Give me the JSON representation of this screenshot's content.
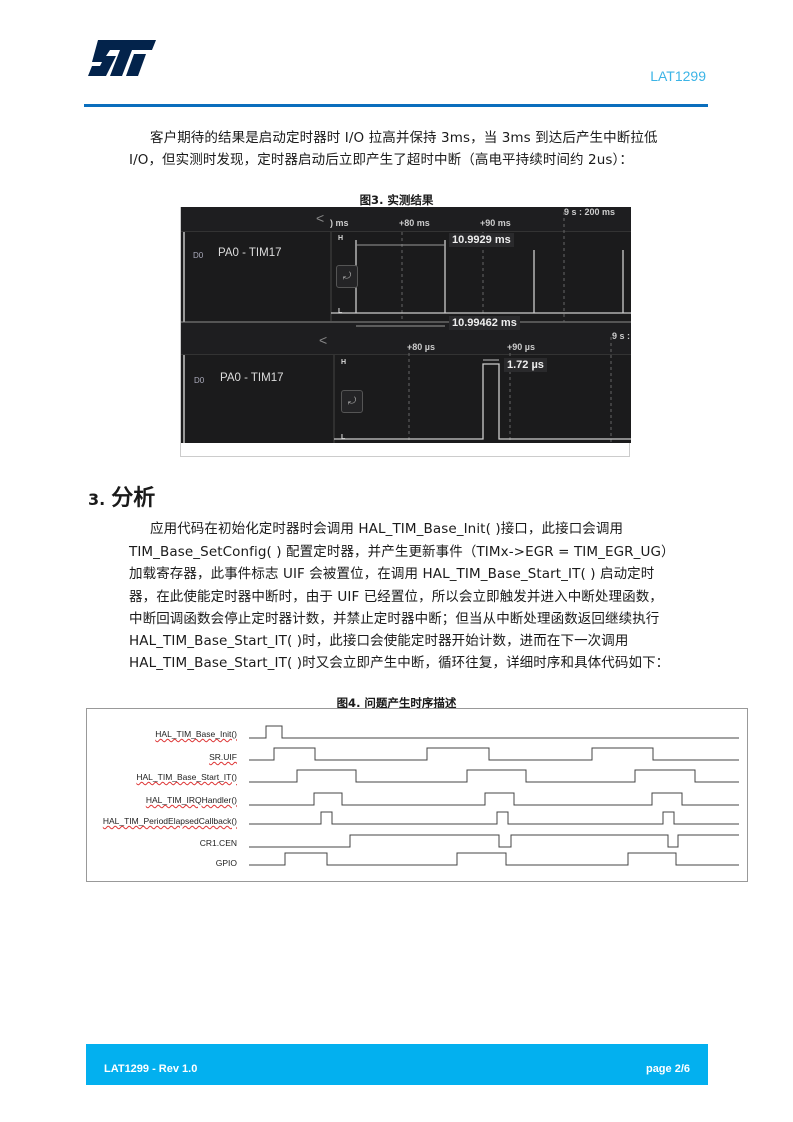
{
  "header": {
    "doc_id": "LAT1299",
    "logo_text": "ST"
  },
  "intro": {
    "lines": [
      "客户期待的结果是启动定时器时 I/O 拉高并保持 3ms，当 3ms 到达后产生中断拉低",
      "I/O，但实测时发现，定时器启动后立即产生了超时中断（高电平持续时间约 2us）："
    ]
  },
  "figure3": {
    "caption": "图3. 实测结果",
    "top": {
      "back": "<",
      "ticks": [
        ") ms",
        "+80 ms",
        "+90 ms",
        "9 s : 200 ms"
      ],
      "channel": "D0",
      "signal": "PA0 - TIM17",
      "high": "H",
      "low": "L",
      "measure_high": "10.9929 ms",
      "measure_period": "10.99462 ms",
      "button_icon": "⤾"
    },
    "bottom": {
      "back": "<",
      "ticks": [
        "+80 µs",
        "+90 µs",
        "9 s :"
      ],
      "channel": "D0",
      "signal": "PA0 - TIM17",
      "high": "H",
      "low": "L",
      "measure_high": "1.72 µs",
      "button_icon": "⤾"
    }
  },
  "section": {
    "number": "3.",
    "title": "分析"
  },
  "analysis": {
    "lines": [
      "应用代码在初始化定时器时会调用 HAL_TIM_Base_Init( )接口，此接口会调用",
      "TIM_Base_SetConfig( ) 配置定时器，并产生更新事件（TIMx->EGR = TIM_EGR_UG）",
      "加载寄存器，此事件标志 UIF 会被置位，在调用 HAL_TIM_Base_Start_IT( ) 启动定时",
      "器，在此使能定时器中断时，由于 UIF 已经置位，所以会立即触发并进入中断处理函数，",
      "中断回调函数会停止定时器计数，并禁止定时器中断；但当从中断处理函数返回继续执行",
      "HAL_TIM_Base_Start_IT( )时，此接口会使能定时器开始计数，进而在下一次调用",
      "HAL_TIM_Base_Start_IT( )时又会立即产生中断，循环往复，详细时序和具体代码如下："
    ]
  },
  "figure4": {
    "caption": "图4. 问题产生时序描述",
    "signals": [
      "HAL_TIM_Base_Init()",
      "SR.UIF",
      "HAL_TIM_Base_Start_IT()",
      "HAL_TIM_IRQHandler()",
      "HAL_TIM_PeriodElapsedCallback()",
      "CR1.CEN",
      "GPIO"
    ]
  },
  "footer": {
    "left": "LAT1299  - Rev 1.0",
    "right": "page 2/6"
  },
  "colors": {
    "brand_dark": "#03234b",
    "brand_light": "#3cb4e6",
    "rule": "#0a6ebd",
    "footer": "#03b0ef"
  }
}
